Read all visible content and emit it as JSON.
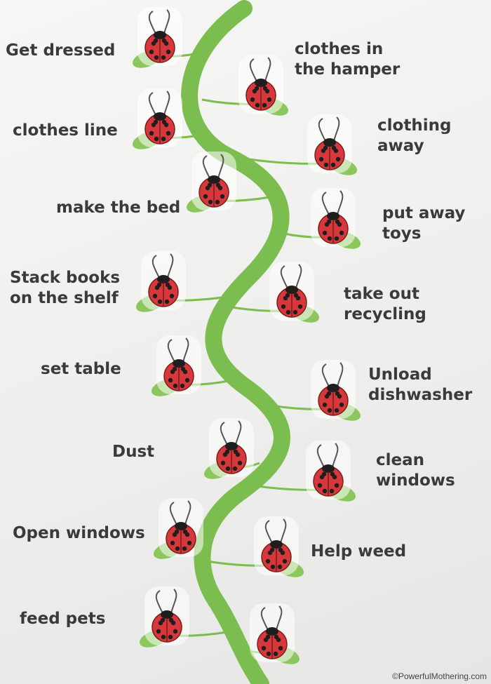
{
  "colors": {
    "stem": "#7cbd4f",
    "leaf": "#8cc75d",
    "ladybug_red": "#d6383b",
    "ladybug_spot": "#1e1e1e",
    "text": "#3a3a3a",
    "background": "#efefed"
  },
  "left_chores": [
    {
      "lines": [
        "Get dressed"
      ]
    },
    {
      "lines": [
        "clothes line"
      ]
    },
    {
      "lines": [
        "make the bed"
      ]
    },
    {
      "lines": [
        "Stack books",
        "on the shelf"
      ]
    },
    {
      "lines": [
        "set table"
      ]
    },
    {
      "lines": [
        "Dust"
      ]
    },
    {
      "lines": [
        "Open windows"
      ]
    },
    {
      "lines": [
        "feed pets"
      ]
    }
  ],
  "right_chores": [
    {
      "lines": [
        "clothes in",
        "the hamper"
      ]
    },
    {
      "lines": [
        "clothing",
        "away"
      ]
    },
    {
      "lines": [
        "put away",
        "toys"
      ]
    },
    {
      "lines": [
        "take out",
        "recycling"
      ]
    },
    {
      "lines": [
        "Unload",
        "dishwasher"
      ]
    },
    {
      "lines": [
        "clean",
        "windows"
      ]
    },
    {
      "lines": [
        "Help weed"
      ]
    },
    {
      "lines": []
    }
  ],
  "ladybug_icon": "ladybug-magnet-icon",
  "leaf_icon": "leaf-icon",
  "credit": "©PowerfulMothering.com"
}
